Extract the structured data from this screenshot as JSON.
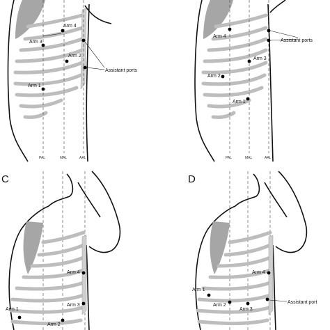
{
  "panels": [
    {
      "letter": "",
      "guides": [
        "PAL",
        "MAL",
        "AAL"
      ],
      "arms": [
        "Arm 1",
        "Arm 2",
        "Arm 3",
        "Arm 4"
      ],
      "assistant_label": "Assistant ports"
    },
    {
      "letter": "",
      "guides": [
        "PAL",
        "MAL",
        "AAL"
      ],
      "arms": [
        "Arm 1",
        "Arm 2",
        "Arm 3",
        "Arm 4"
      ],
      "assistant_label": "Assistant ports"
    },
    {
      "letter": "C",
      "guides": [],
      "arms": [
        "Arm 1",
        "Arm 2",
        "Arm 3",
        "Arm 4"
      ],
      "assistant_label": ""
    },
    {
      "letter": "D",
      "guides": [],
      "arms": [
        "Arm 1",
        "Arm 2",
        "Arm 3",
        "Arm 4"
      ],
      "assistant_label": "Assistant port"
    }
  ],
  "colors": {
    "ink": "#111111",
    "rib": "#bdbdbd",
    "scapula": "#a6a6a6",
    "port": "#000000"
  }
}
